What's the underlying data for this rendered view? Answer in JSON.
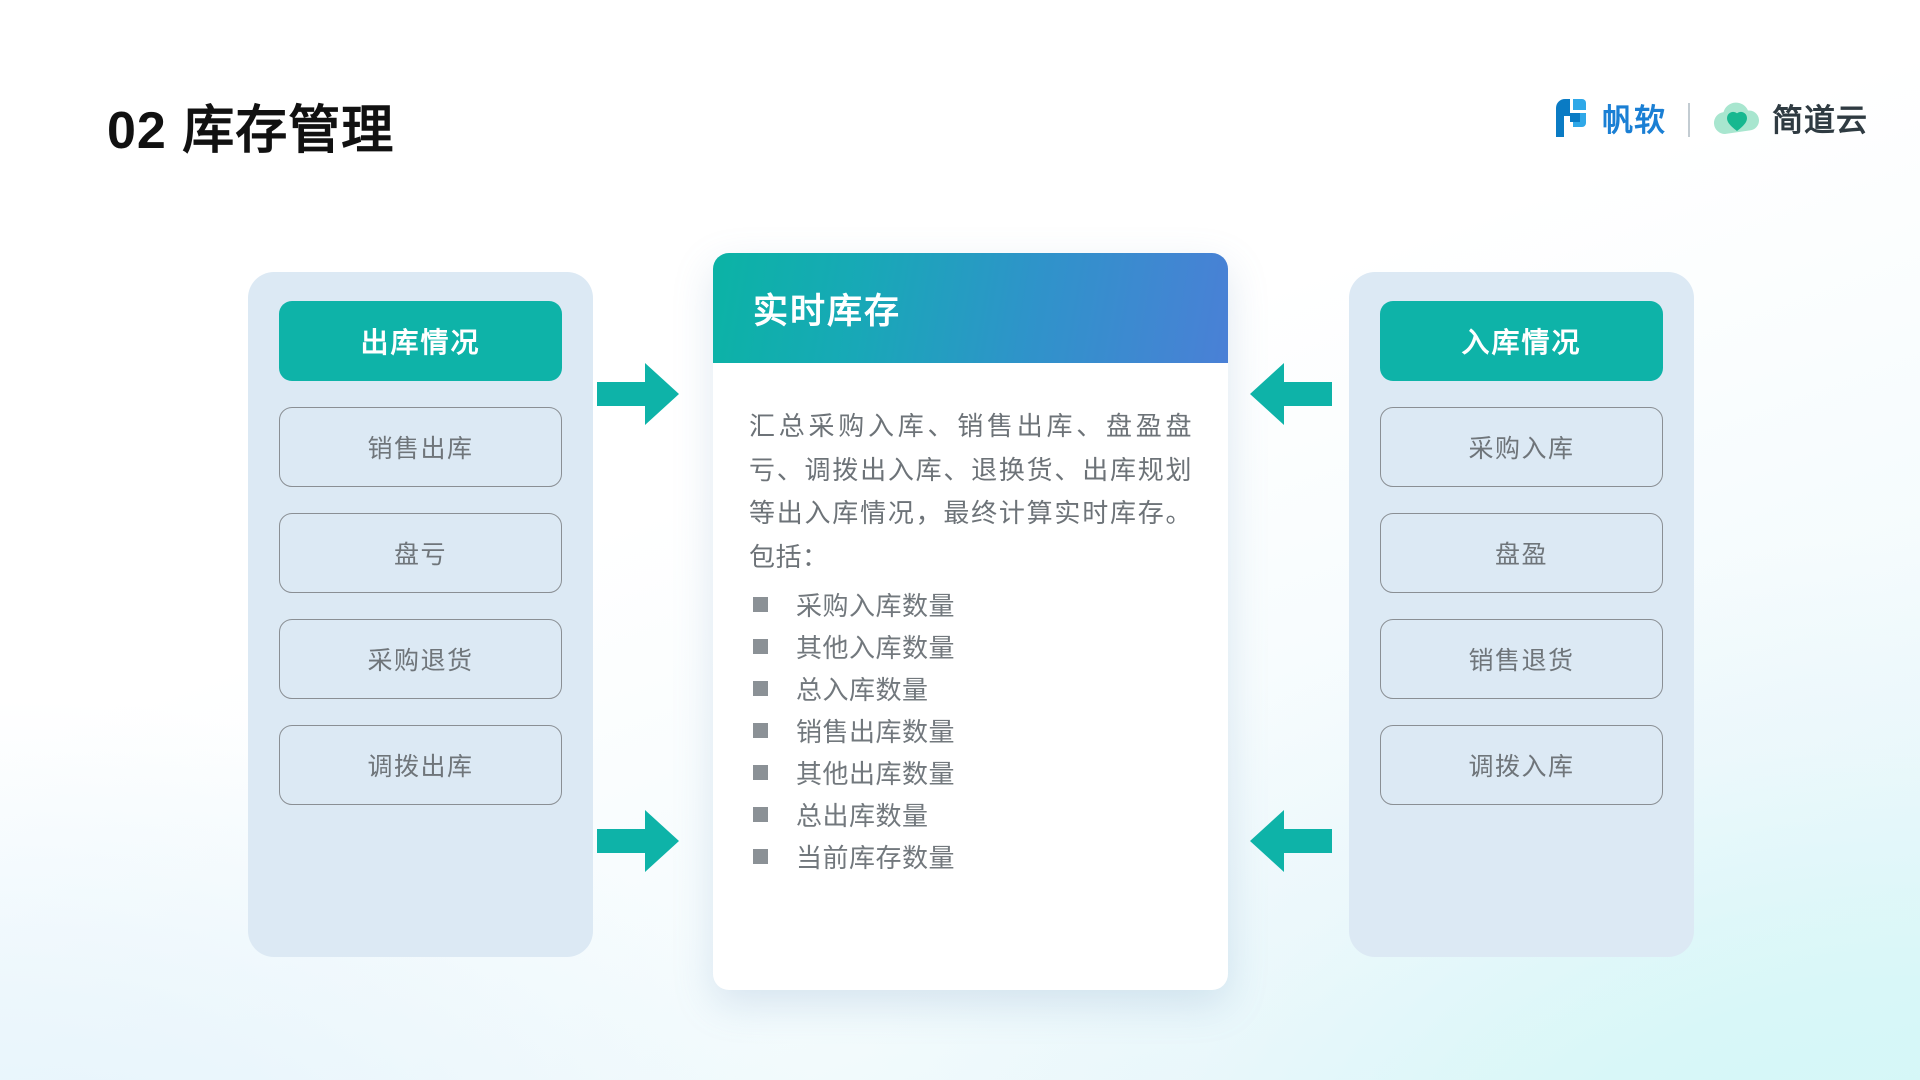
{
  "header": {
    "title": "02 库存管理",
    "brands": [
      {
        "name": "帆软",
        "icon": "fanruan-logo-icon",
        "color": "#1a7fd4"
      },
      {
        "name": "简道云",
        "icon": "jiandaoyun-cloud-heart-icon",
        "color": "#2f3b42"
      }
    ],
    "divider": "|"
  },
  "left_panel": {
    "heading": "出库情况",
    "items": [
      {
        "label": "销售出库"
      },
      {
        "label": "盘亏"
      },
      {
        "label": "采购退货"
      },
      {
        "label": "调拨出库"
      }
    ]
  },
  "right_panel": {
    "heading": "入库情况",
    "items": [
      {
        "label": "采购入库"
      },
      {
        "label": "盘盈"
      },
      {
        "label": "销售退货"
      },
      {
        "label": "调拨入库"
      }
    ]
  },
  "center_card": {
    "title": "实时库存",
    "paragraph": "汇总采购入库、销售出库、盘盈盘亏、调拨出入库、退换货、出库规划等出入库情况，最终计算实时库存。包括：",
    "bullets": [
      {
        "label": "采购入库数量"
      },
      {
        "label": "其他入库数量"
      },
      {
        "label": "总入库数量"
      },
      {
        "label": "销售出库数量"
      },
      {
        "label": "其他出库数量"
      },
      {
        "label": "总出库数量"
      },
      {
        "label": "当前库存数量"
      }
    ]
  },
  "arrows": [
    {
      "name": "arrow-left-top-to-center",
      "direction": "right"
    },
    {
      "name": "arrow-left-bottom-to-center",
      "direction": "right"
    },
    {
      "name": "arrow-right-top-to-center",
      "direction": "left"
    },
    {
      "name": "arrow-right-bottom-to-center",
      "direction": "left"
    }
  ],
  "colors": {
    "teal": "#0eb3a8",
    "blue": "#4a80d6",
    "panel_bg": "#dce9f4",
    "item_border": "#8a8f94",
    "item_text": "#6f757a",
    "body_text": "#6d7378"
  }
}
